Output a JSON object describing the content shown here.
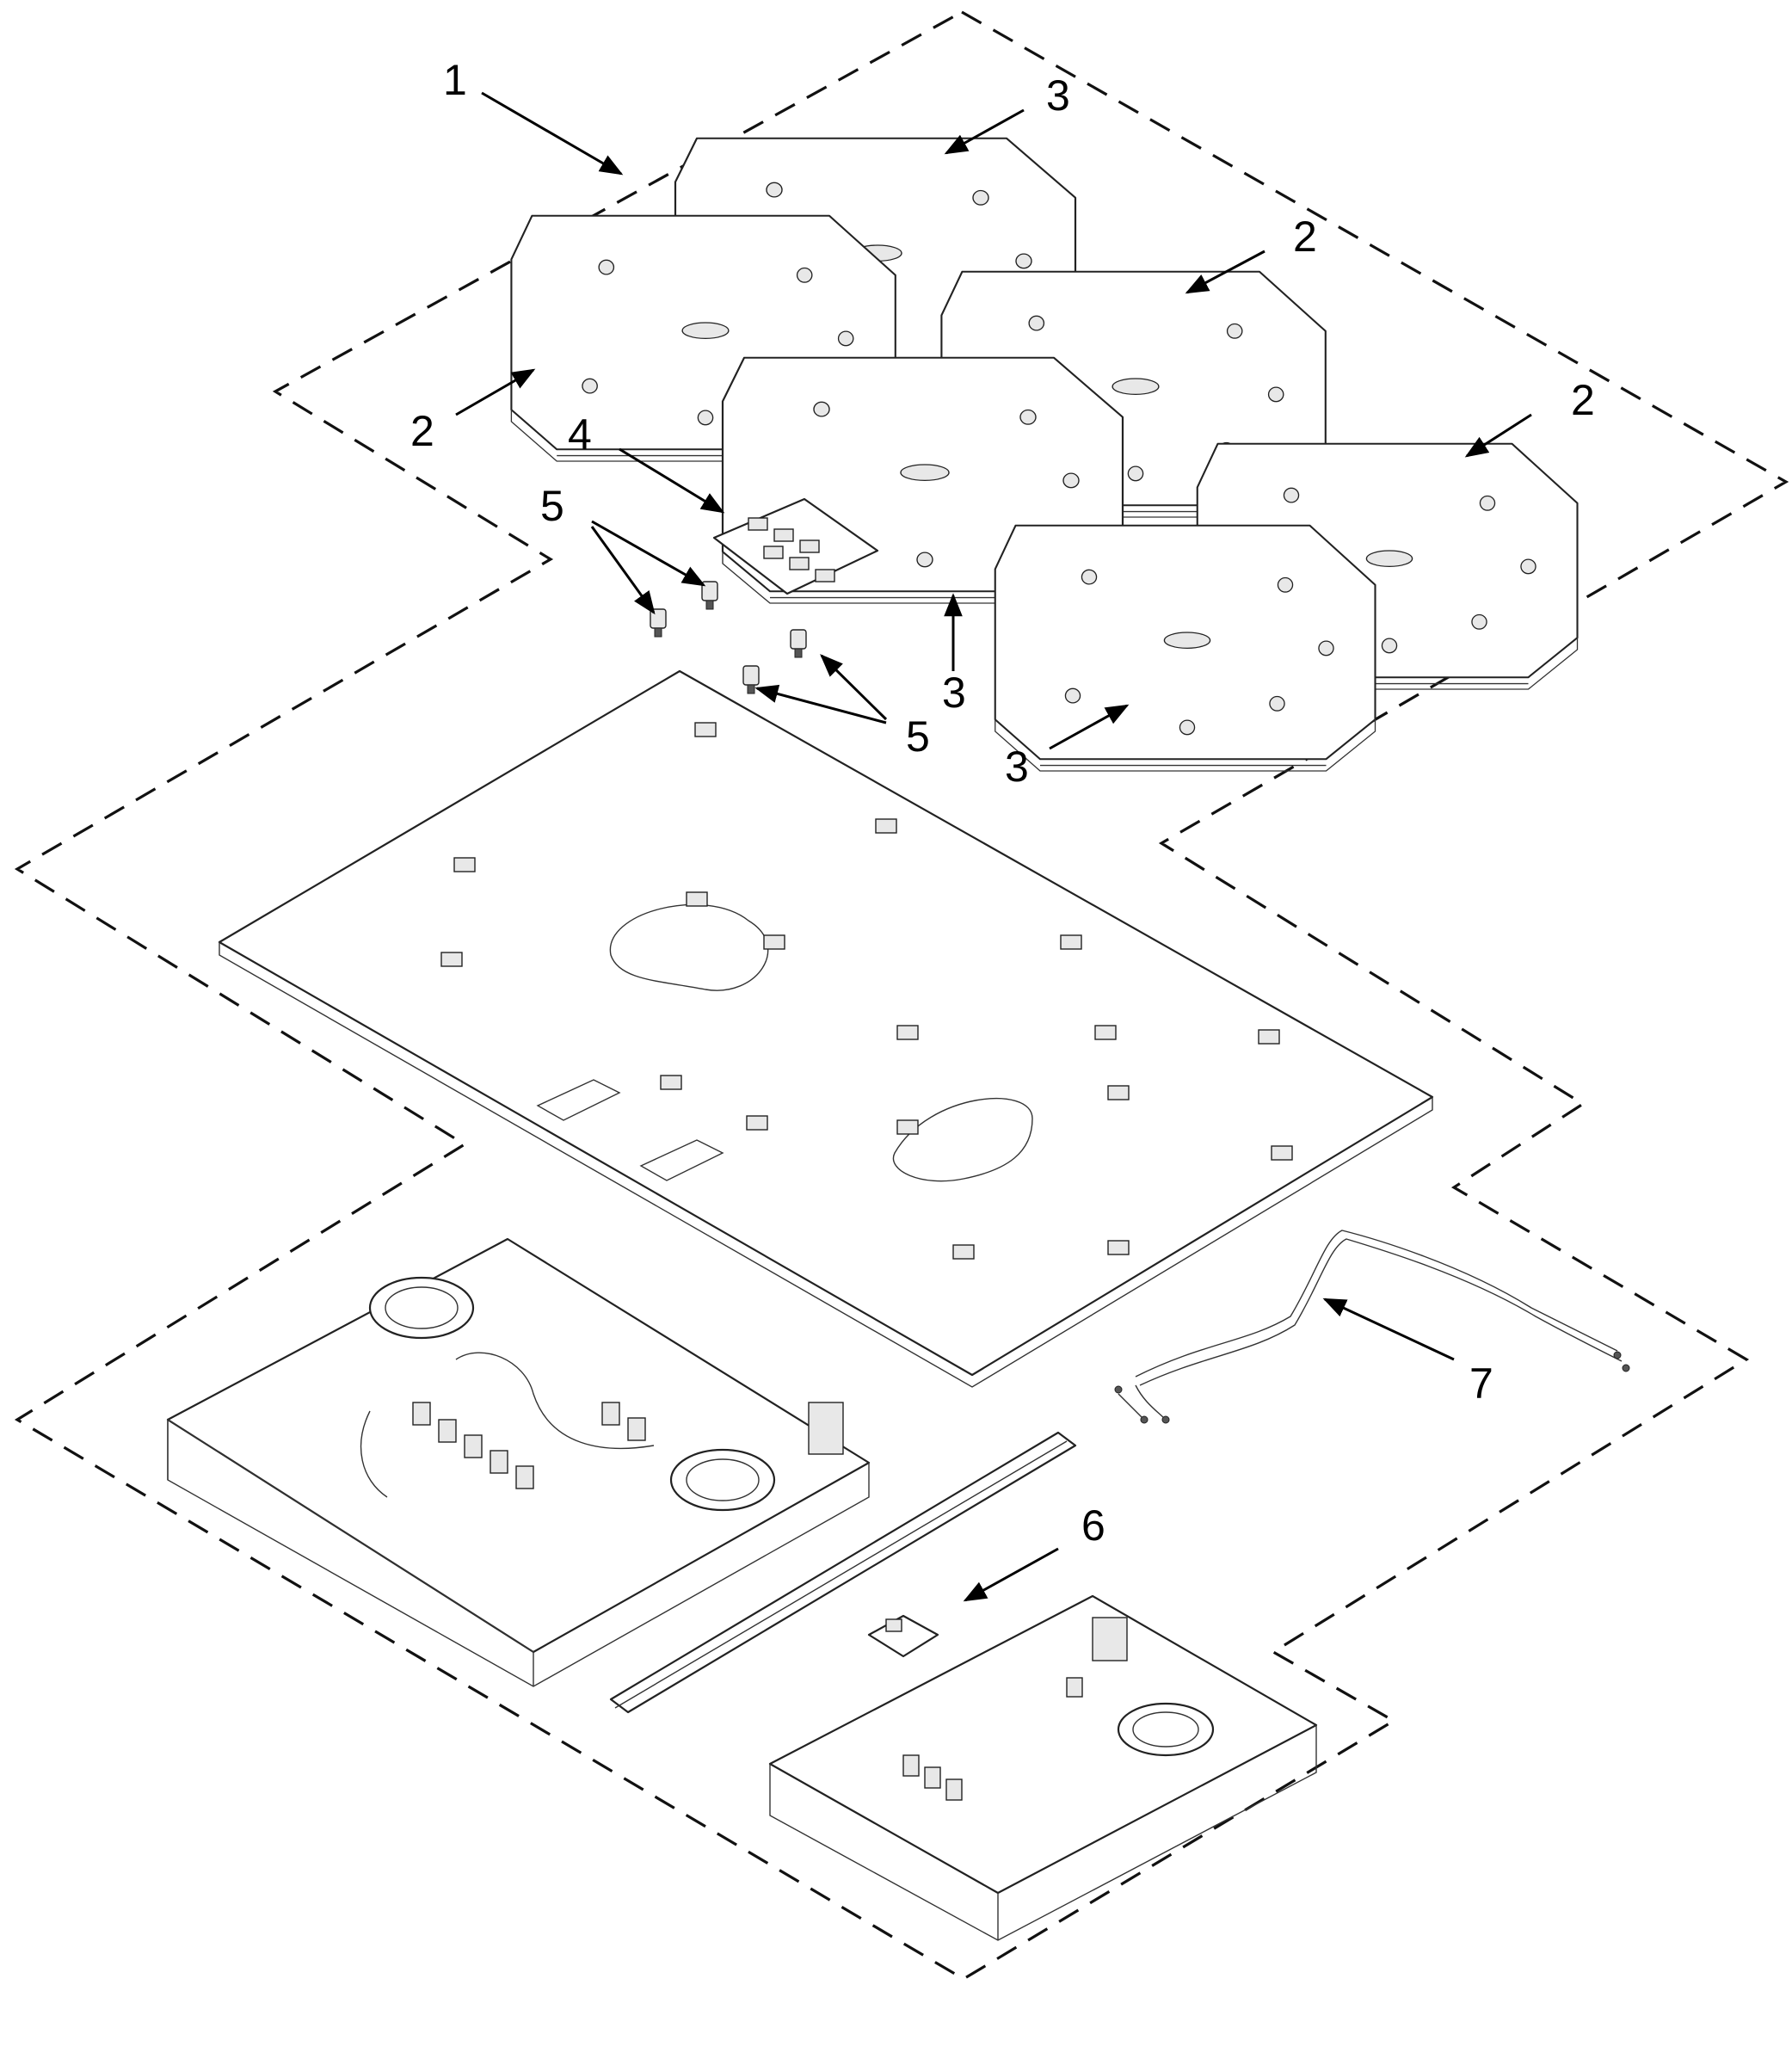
{
  "callouts": [
    {
      "id": "c1",
      "label": "1"
    },
    {
      "id": "c3a",
      "label": "3"
    },
    {
      "id": "c2a",
      "label": "2"
    },
    {
      "id": "c2b",
      "label": "2"
    },
    {
      "id": "c2c",
      "label": "2"
    },
    {
      "id": "c4",
      "label": "4"
    },
    {
      "id": "c5a",
      "label": "5"
    },
    {
      "id": "c3b",
      "label": "3"
    },
    {
      "id": "c5b",
      "label": "5"
    },
    {
      "id": "c3c",
      "label": "3"
    },
    {
      "id": "c7",
      "label": "7"
    },
    {
      "id": "c6",
      "label": "6"
    }
  ]
}
